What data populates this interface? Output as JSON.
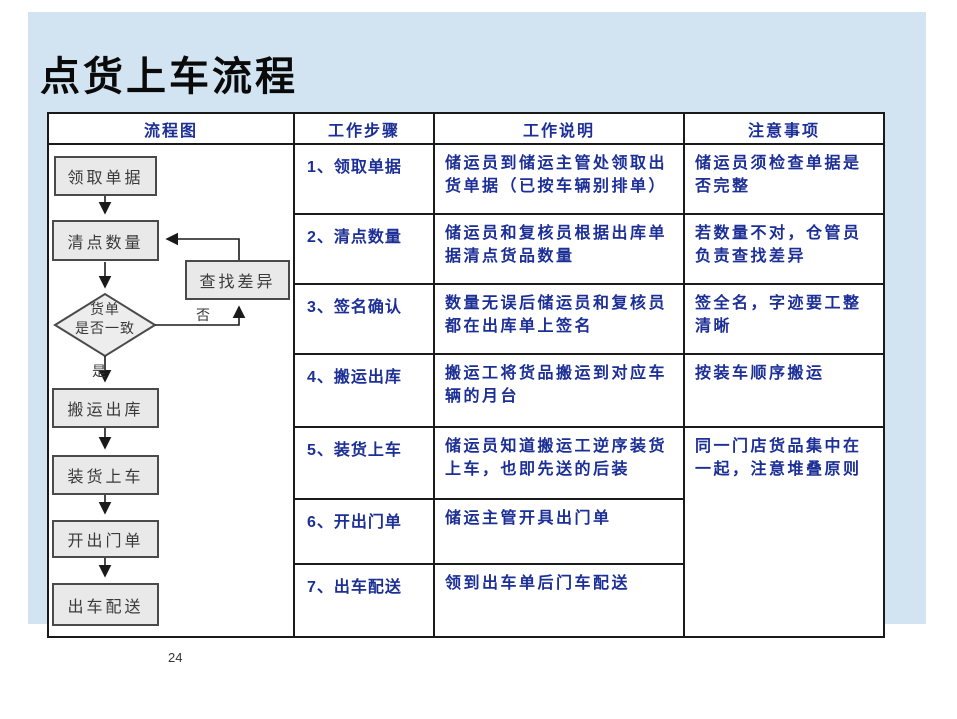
{
  "slide": {
    "title": "点货上车流程",
    "page_number": "24"
  },
  "table": {
    "headers": [
      "流程图",
      "工作步骤",
      "工作说明",
      "注意事项"
    ],
    "rows": [
      {
        "step": "1、领取单据",
        "description": "储运员到储运主管处领取出货单据（已按车辆别排单）",
        "note": "储运员须检查单据是否完整"
      },
      {
        "step": "2、清点数量",
        "description": "储运员和复核员根据出库单据清点货品数量",
        "note": "若数量不对，仓管员负责查找差异"
      },
      {
        "step": "3、签名确认",
        "description": "数量无误后储运员和复核员都在出库单上签名",
        "note": "签全名，字迹要工整清晰"
      },
      {
        "step": "4、搬运出库",
        "description": "搬运工将货品搬运到对应车辆的月台",
        "note": "按装车顺序搬运"
      },
      {
        "step": "5、装货上车",
        "description": "储运员知道搬运工逆序装货上车，也即先送的后装",
        "note": "同一门店货品集中在一起，注意堆叠原则"
      },
      {
        "step": "6、开出门单",
        "description": "储运主管开具出门单",
        "note": ""
      },
      {
        "step": "7、出车配送",
        "description": "领到出车单后门车配送",
        "note": ""
      }
    ]
  },
  "flowchart": {
    "nodes": [
      {
        "label": "领取单据"
      },
      {
        "label": "清点数量"
      },
      {
        "label": "查找差异"
      },
      {
        "label": "搬运出库"
      },
      {
        "label": "装货上车"
      },
      {
        "label": "开出门单"
      },
      {
        "label": "出车配送"
      }
    ],
    "decision": {
      "line1": "货单",
      "line2": "是否一致"
    },
    "edge_labels": {
      "yes": "是",
      "no": "否"
    }
  },
  "colors": {
    "accent": "#1c2f96",
    "slide-bg": "#d2e4f1",
    "line": "#1a1a1a",
    "box-fill": "#e9e9e9",
    "box-border": "#4a4a4a",
    "box-text": "#3a3a3a"
  }
}
